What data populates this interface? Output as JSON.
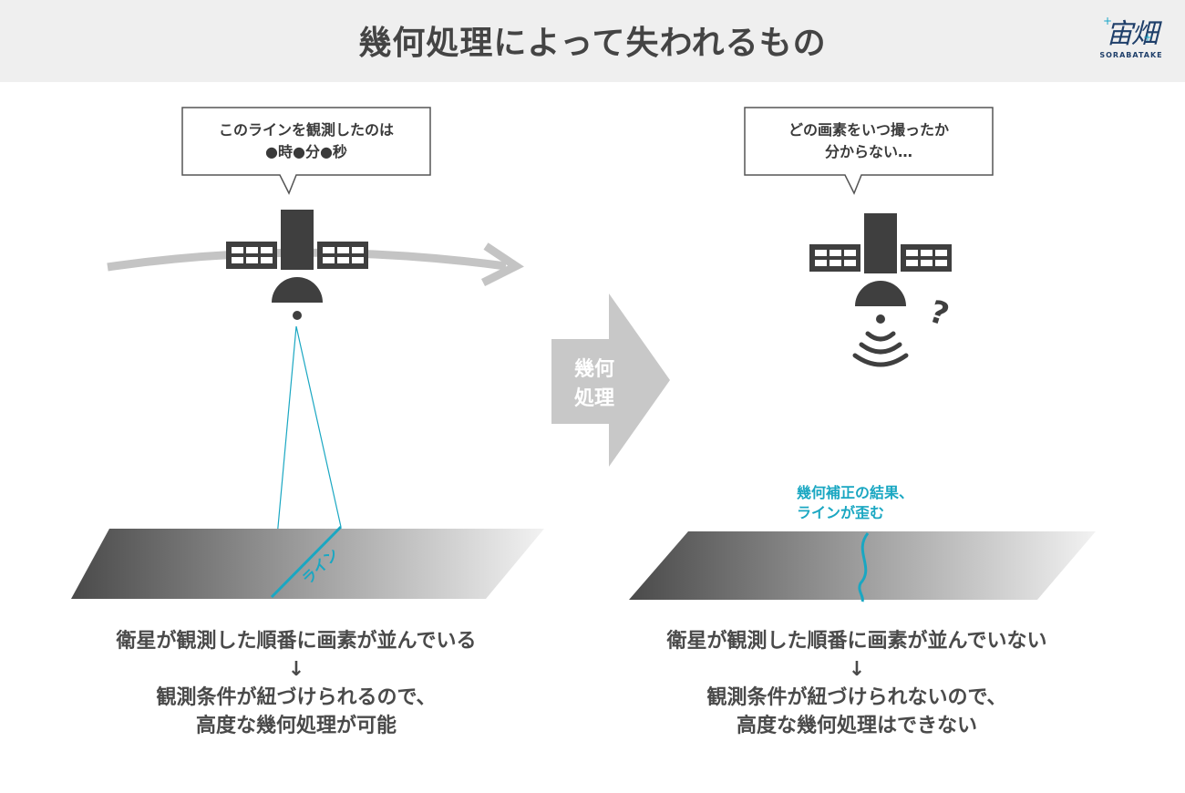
{
  "header": {
    "title": "幾何処理によって失われるもの",
    "logo_text": "宙畑",
    "logo_subtext": "SORABATAKE"
  },
  "left": {
    "bubble_line1": "このラインを観測したのは",
    "bubble_line2": "●時●分●秒",
    "line_label": "ライン",
    "caption": [
      "衛星が観測した順番に画素が並んでいる",
      "↓",
      "観測条件が紐づけられるので、",
      "高度な幾何処理が可能"
    ]
  },
  "center": {
    "arrow_line1": "幾何",
    "arrow_line2": "処理"
  },
  "right": {
    "bubble_line1": "どの画素をいつ撮ったか",
    "bubble_line2": "分からない…",
    "question_mark": "?",
    "note_line1": "幾何補正の結果、",
    "note_line2": "ラインが歪む",
    "caption": [
      "衛星が観測した順番に画素が並んでいない",
      "↓",
      "観測条件が紐づけられないので、",
      "高度な幾何処理はできない"
    ]
  },
  "colors": {
    "accent": "#1aa7c2",
    "satellite": "#3f3f3f",
    "arrow": "#c8c8c8",
    "header_bg": "#efefef"
  },
  "icons": [
    "satellite-icon",
    "signal-waves-icon",
    "question-icon",
    "orbit-arrow-icon",
    "process-arrow-icon"
  ]
}
